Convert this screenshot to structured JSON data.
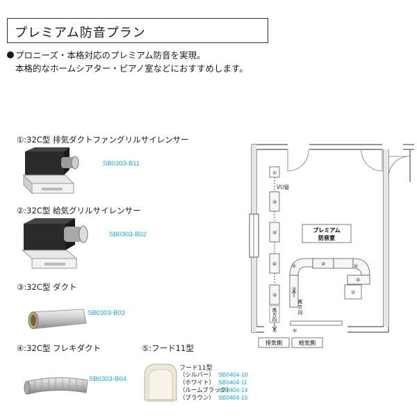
{
  "header": {
    "title": "プレミアム防音プラン"
  },
  "intro": {
    "line1": "プロニーズ・本格対応のプレミアム防音を実現。",
    "line2": "本格的なホームシアター・ピアノ室などにおすすめします。"
  },
  "products": [
    {
      "label": "①:32C型  排気ダクトファングリルサイレンサー",
      "code": "SB0303-B11"
    },
    {
      "label": "②:32C型  給気グリルサイレンサー",
      "code": "SB0303-B02"
    },
    {
      "label": "③:32C型  ダクト",
      "code": "SB0303-B03"
    },
    {
      "label": "④:32C型  フレキダクト",
      "code": "SB0303-B04"
    },
    {
      "label": "⑤:フード11型",
      "code": ""
    }
  ],
  "hood": {
    "title": "フード11型",
    "variants": [
      {
        "name": "（シルバー）",
        "code": "SB0404-10"
      },
      {
        "name": "（ホワイト）",
        "code": "SB0404-11"
      },
      {
        "name": "（ルームブラック）",
        "code": "SB0404-14"
      },
      {
        "name": "（ブラウン）",
        "code": "SB0404-15"
      }
    ]
  },
  "diagram": {
    "room_label_1": "プレミアム",
    "room_label_2": "防音室",
    "vu_label": "VU管",
    "wind_a_1": "風",
    "wind_a_2": "方",
    "wind_a_3": "向",
    "wind_b_1": "風",
    "wind_b_2": "方",
    "wind_b_3": "向",
    "exhaust_label": "排気側",
    "supply_label": "給気側",
    "num_1": "①",
    "num_2": "②",
    "num_3": "③",
    "num_4": "④",
    "num_5": "⑤"
  }
}
